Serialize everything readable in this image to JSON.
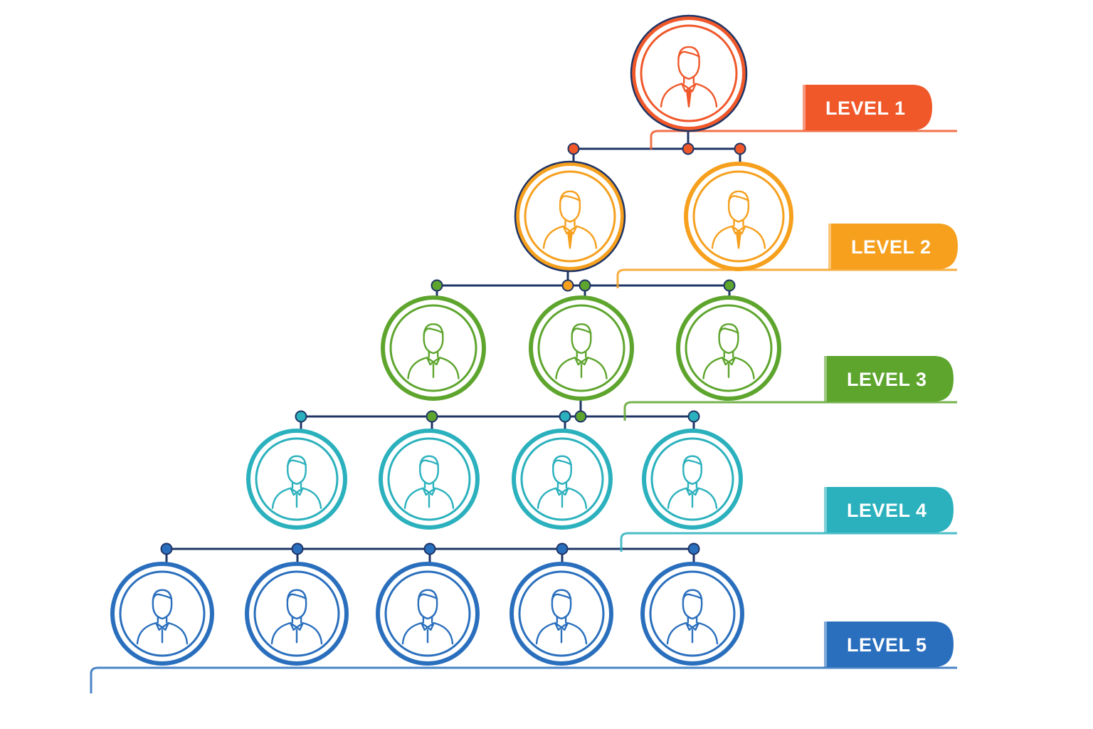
{
  "colors": {
    "connector": "#1f3566",
    "level_1": "#f0582a",
    "level_2": "#f6a01e",
    "level_3": "#5ea52e",
    "level_4": "#2bb1bd",
    "level_5": "#2a6fbd"
  },
  "node_icon": "person-icon",
  "levels": [
    {
      "label": "LEVEL 1",
      "color": "#f0582a",
      "node_count": 1
    },
    {
      "label": "LEVEL 2",
      "color": "#f6a01e",
      "node_count": 2
    },
    {
      "label": "LEVEL 3",
      "color": "#5ea52e",
      "node_count": 3
    },
    {
      "label": "LEVEL 4",
      "color": "#2bb1bd",
      "node_count": 4
    },
    {
      "label": "LEVEL 5",
      "color": "#2a6fbd",
      "node_count": 5
    }
  ]
}
